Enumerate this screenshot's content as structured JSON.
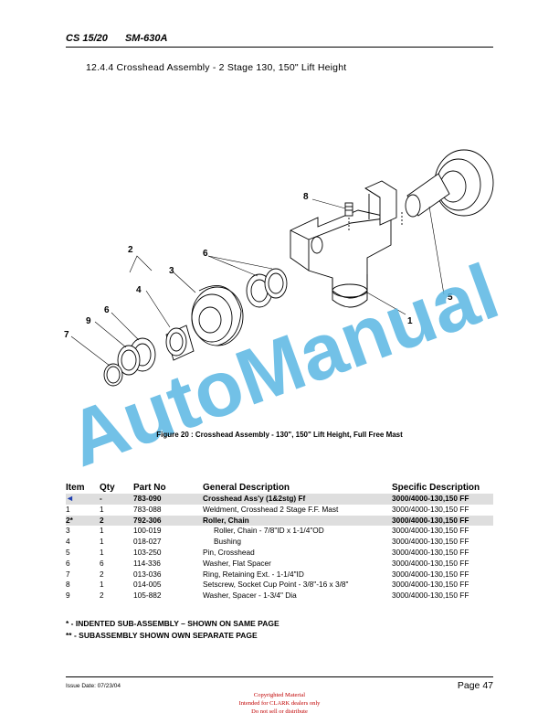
{
  "header": {
    "model": "CS 15/20",
    "manual": "SM-630A"
  },
  "section_title": "12.4.4 Crosshead Assembly - 2 Stage 130, 150\" Lift Height",
  "diagram": {
    "callouts": [
      "8",
      "2",
      "6",
      "3",
      "4",
      "5",
      "6",
      "9",
      "1",
      "7"
    ]
  },
  "watermark": "AutoManual",
  "figure_caption": "Figure 20 : Crosshead Assembly - 130\", 150\" Lift Height, Full Free Mast",
  "table": {
    "headers": {
      "item": "Item",
      "qty": "Qty",
      "part": "Part No",
      "general": "General Description",
      "specific": "Specific Description"
    },
    "rows": [
      {
        "item": "◄",
        "qty": "-",
        "part": "783-090",
        "desc": "Crosshead Ass'y (1&2stg) Ff",
        "spec": "3000/4000-130,150 FF"
      },
      {
        "item": "1",
        "qty": "1",
        "part": "783-088",
        "desc": "Weldment, Crosshead 2 Stage F.F. Mast",
        "spec": "3000/4000-130,150 FF"
      },
      {
        "item": "2*",
        "qty": "2",
        "part": "792-306",
        "desc": "Roller, Chain",
        "spec": "3000/4000-130,150 FF"
      },
      {
        "item": "3",
        "qty": "1",
        "part": "100-019",
        "desc": "Roller, Chain - 7/8\"ID x 1-1/4\"OD",
        "spec": "3000/4000-130,150 FF"
      },
      {
        "item": "4",
        "qty": "1",
        "part": "018-027",
        "desc": "Bushing",
        "spec": "3000/4000-130,150 FF"
      },
      {
        "item": "5",
        "qty": "1",
        "part": "103-250",
        "desc": "Pin, Crosshead",
        "spec": "3000/4000-130,150 FF"
      },
      {
        "item": "6",
        "qty": "6",
        "part": "114-336",
        "desc": "Washer, Flat Spacer",
        "spec": "3000/4000-130,150 FF"
      },
      {
        "item": "7",
        "qty": "2",
        "part": "013-036",
        "desc": "Ring, Retaining Ext. - 1-1/4\"ID",
        "spec": "3000/4000-130,150 FF"
      },
      {
        "item": "8",
        "qty": "1",
        "part": "014-005",
        "desc": "Setscrew, Socket Cup Point - 3/8\"-16 x 3/8\"",
        "spec": "3000/4000-130,150 FF"
      },
      {
        "item": "9",
        "qty": "2",
        "part": "105-882",
        "desc": "Washer, Spacer - 1-3/4\" Dia",
        "spec": "3000/4000-130,150 FF"
      }
    ]
  },
  "notes": [
    "*  - INDENTED SUB-ASSEMBLY – SHOWN ON SAME PAGE",
    "** - SUBASSEMBLY SHOWN OWN SEPARATE PAGE"
  ],
  "footer": {
    "issue_date": "Issue Date: 07/23/04",
    "page": "Page 47"
  },
  "copyright": [
    "Copyrighted Material",
    "Intended for CLARK dealers only",
    "Do not sell or distribute"
  ],
  "colors": {
    "watermark": "#5ab7e3",
    "copyright": "#c00000",
    "shade": "#dedede",
    "arrow": "#1f3fb0"
  }
}
